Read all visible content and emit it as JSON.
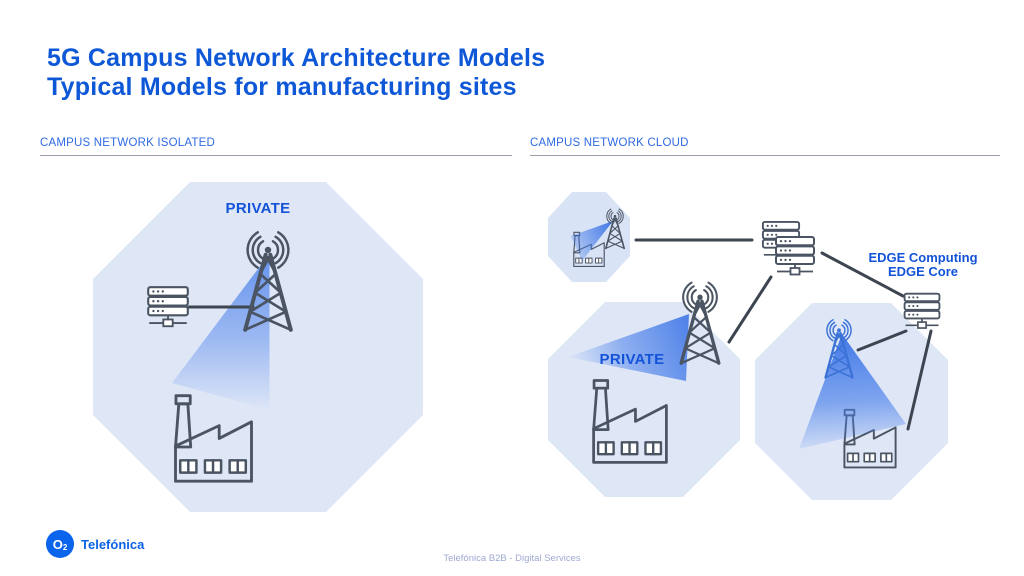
{
  "slide": {
    "title_line1": "5G Campus Network Architecture Models",
    "title_line2": "Typical Models for manufacturing sites"
  },
  "sections": {
    "left": {
      "header": "CAMPUS NETWORK ISOLATED",
      "private_label": "PRIVATE"
    },
    "right": {
      "header": "CAMPUS NETWORK CLOUD",
      "private_label": "PRIVATE",
      "edge_label_line1": "EDGE Computing",
      "edge_label_line2": "EDGE Core"
    }
  },
  "icons": {
    "tower": "cell-tower-icon",
    "server": "server-rack-icon",
    "factory": "factory-icon",
    "beam": "coverage-beam",
    "octagon": "campus-area-octagon",
    "logo": "o2-logo-circle"
  },
  "footer": {
    "brand_symbol_main": "O",
    "brand_symbol_sub": "2",
    "brand_name": "Telefónica",
    "caption": "Telefónica B2B - Digital Services"
  },
  "colors": {
    "accent": "#0e58d8",
    "header-blue": "#2e6ae2",
    "label-blue": "#1353d8",
    "icon-gray": "#4a5462",
    "tower-blue": "#3b72d6",
    "line-gray": "#3d4550",
    "octagon": "#dfe7f7",
    "octagon-small": "#d8e3f6",
    "rule-gray": "#9aa0a8",
    "logo-bg": "#0b65ec",
    "brand-blue": "#0c63e4",
    "footer-gray": "#9fa9d2"
  }
}
